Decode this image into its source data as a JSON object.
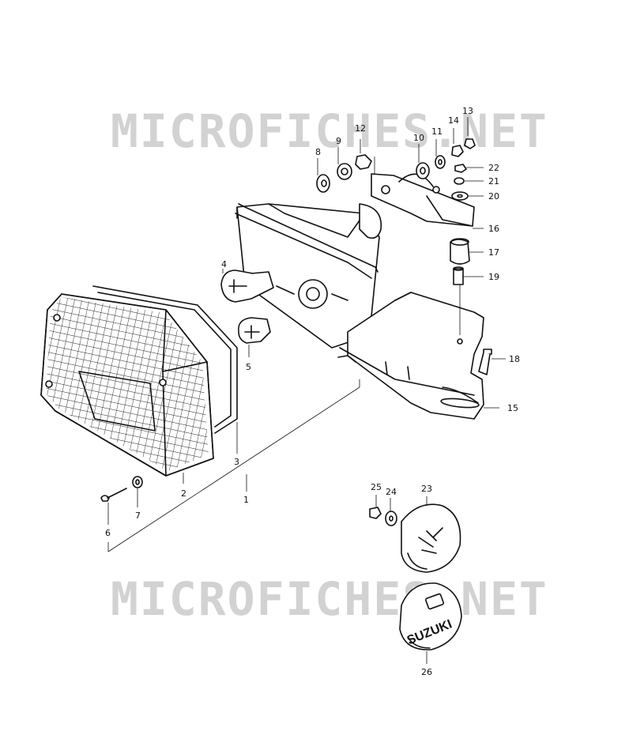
{
  "watermark": {
    "text": "MICROFICHES.NET"
  },
  "cap_logo": {
    "text": "SUZUKI"
  },
  "part_labels": {
    "p1": "1",
    "p2": "2",
    "p3": "3",
    "p4": "4",
    "p5": "5",
    "p6": "6",
    "p7": "7",
    "p8": "8",
    "p9": "9",
    "p10": "10",
    "p11": "11",
    "p12": "12",
    "p13": "13",
    "p14": "14",
    "p15": "15",
    "p16": "16",
    "p17": "17",
    "p18": "18",
    "p19": "19",
    "p20": "20",
    "p21": "21",
    "p22": "22",
    "p23": "23",
    "p24": "24",
    "p25": "25",
    "p26": "26"
  }
}
